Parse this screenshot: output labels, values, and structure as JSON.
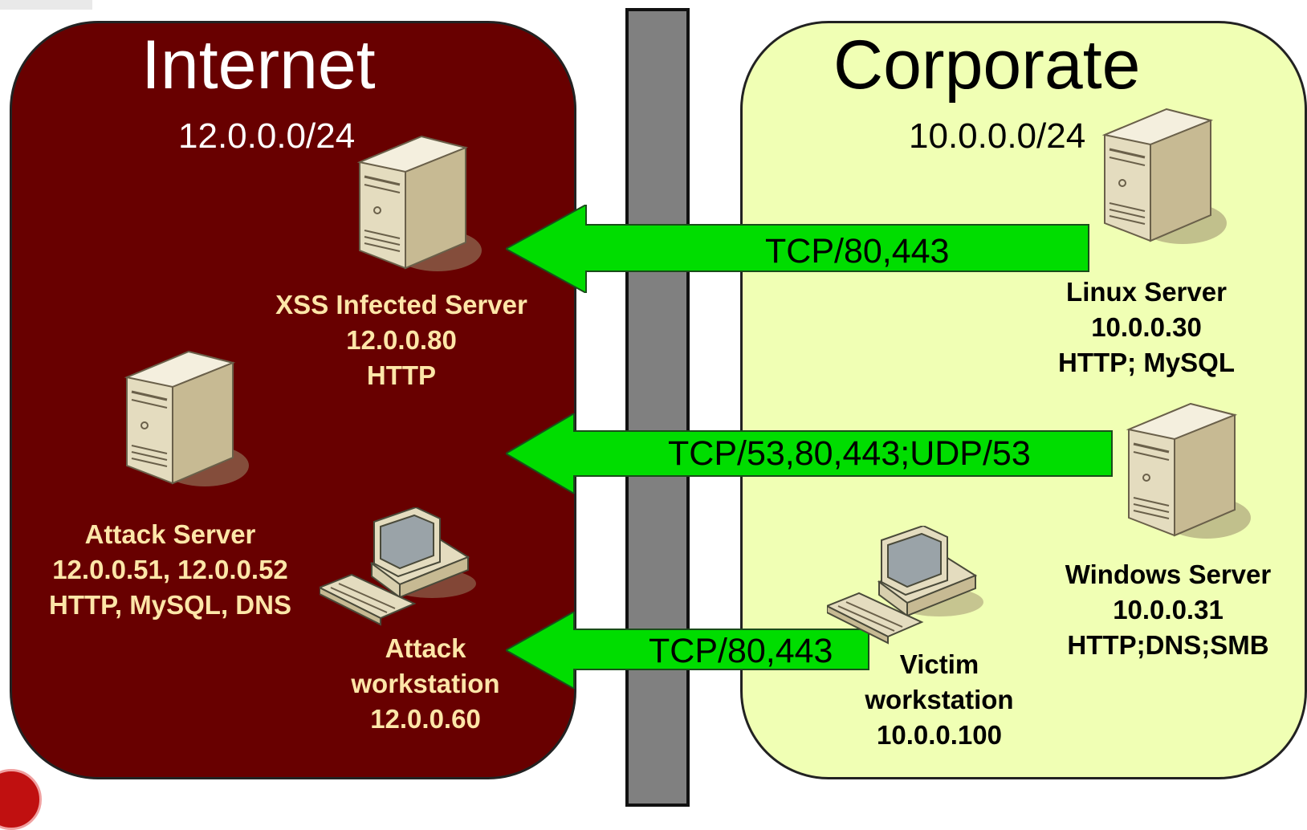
{
  "zones": {
    "internet": {
      "title": "Internet",
      "subnet": "12.0.0.0/24",
      "color": "#680000"
    },
    "corporate": {
      "title": "Corporate",
      "subnet": "10.0.0.0/24",
      "color": "#f0ffb4"
    }
  },
  "firewall": {
    "color": "#808080"
  },
  "nodes": {
    "xss_server": {
      "icon": "server-icon",
      "lines": [
        "XSS Infected Server",
        "12.0.0.80",
        "HTTP"
      ]
    },
    "attack_server": {
      "icon": "server-icon",
      "lines": [
        "Attack Server",
        "12.0.0.51, 12.0.0.52",
        "HTTP, MySQL, DNS"
      ]
    },
    "attack_workstation": {
      "icon": "workstation-icon",
      "lines": [
        "Attack",
        "workstation",
        "12.0.0.60"
      ]
    },
    "linux_server": {
      "icon": "server-icon",
      "lines": [
        "Linux Server",
        "10.0.0.30",
        "HTTP; MySQL"
      ]
    },
    "windows_server": {
      "icon": "server-icon",
      "lines": [
        "Windows Server",
        "10.0.0.31",
        "HTTP;DNS;SMB"
      ]
    },
    "victim_workstation": {
      "icon": "workstation-icon",
      "lines": [
        "Victim",
        "workstation",
        "10.0.0.100"
      ]
    }
  },
  "flows": [
    {
      "label": "TCP/80,443",
      "color": "#00dd00"
    },
    {
      "label": "TCP/53,80,443;UDP/53",
      "color": "#00dd00"
    },
    {
      "label": "TCP/80,443",
      "color": "#00dd00"
    }
  ]
}
